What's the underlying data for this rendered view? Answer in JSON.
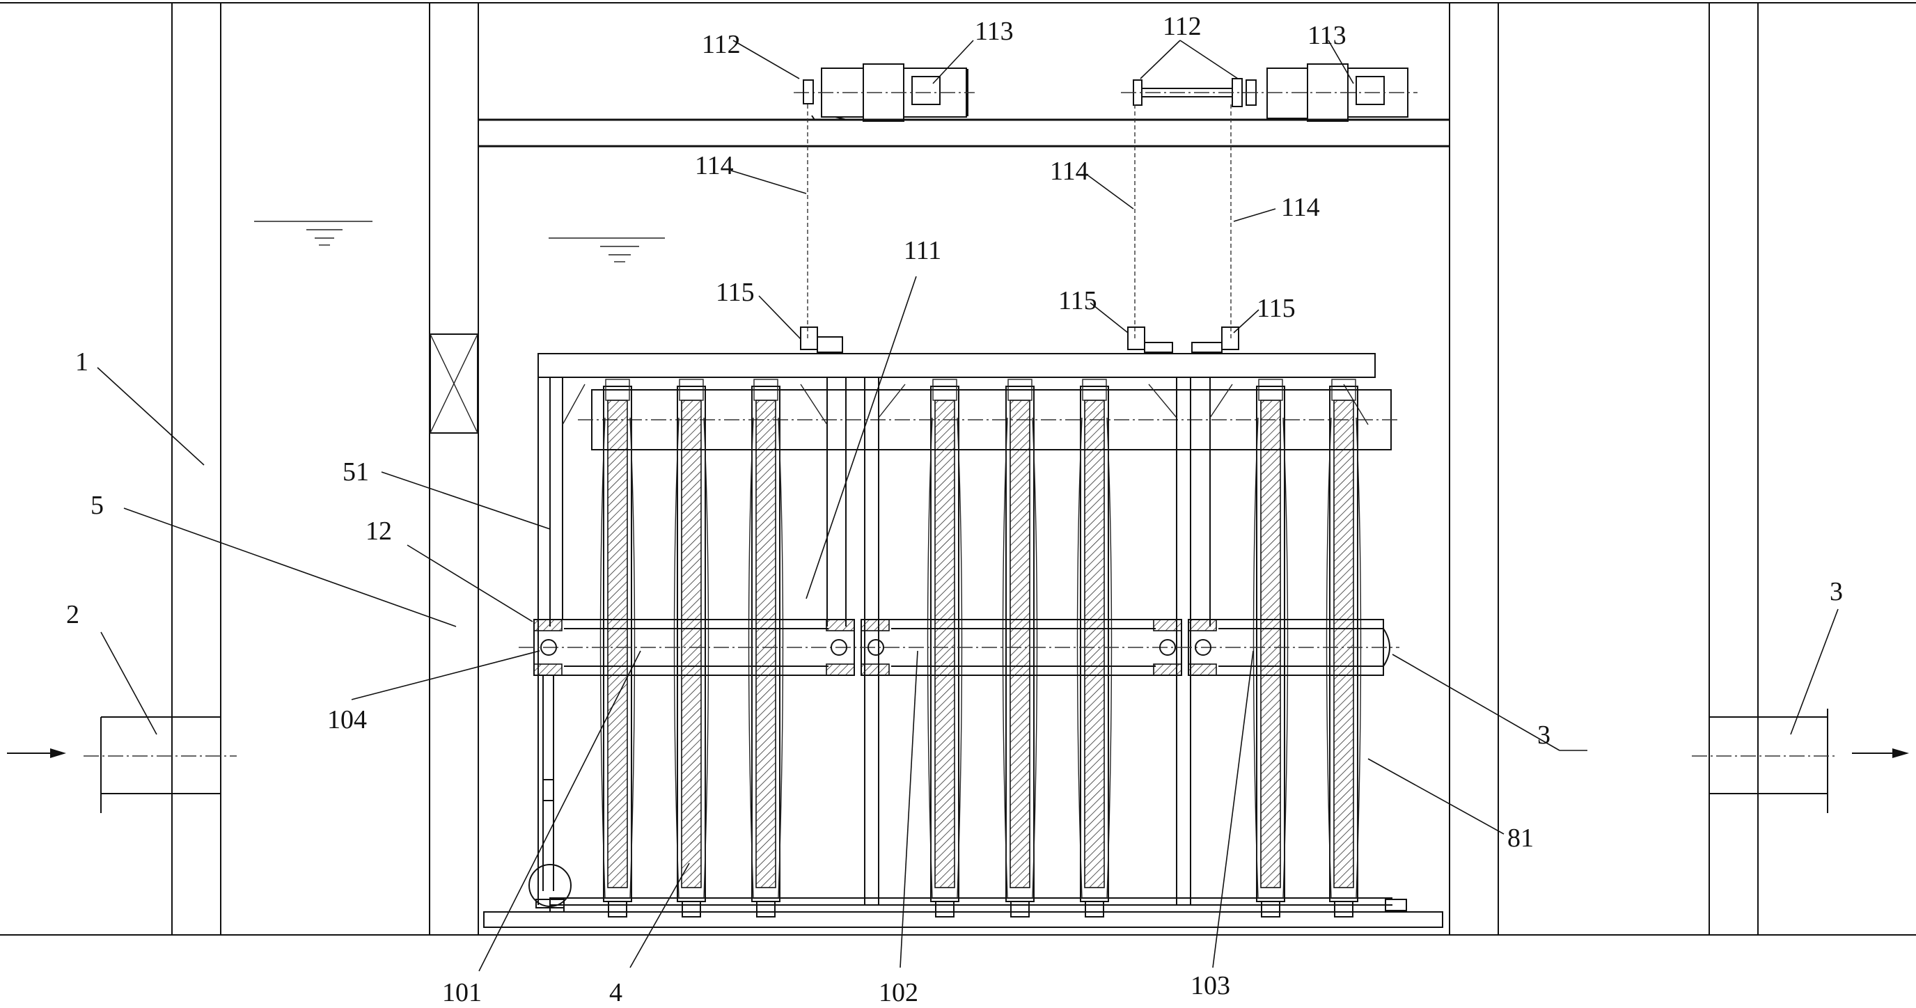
{
  "labels": {
    "l1": "1",
    "l2": "2",
    "l3_left": "3",
    "l3_right": "3",
    "l4": "4",
    "l5": "5",
    "l12": "12",
    "l51": "51",
    "l81": "81",
    "l101": "101",
    "l102": "102",
    "l103": "103",
    "l104": "104",
    "l111": "111",
    "l112_a": "112",
    "l112_b": "112",
    "l113_a": "113",
    "l113_b": "113",
    "l114_a": "114",
    "l114_b": "114",
    "l114_c": "114",
    "l115_a": "115",
    "l115_b": "115",
    "l115_c": "115"
  }
}
